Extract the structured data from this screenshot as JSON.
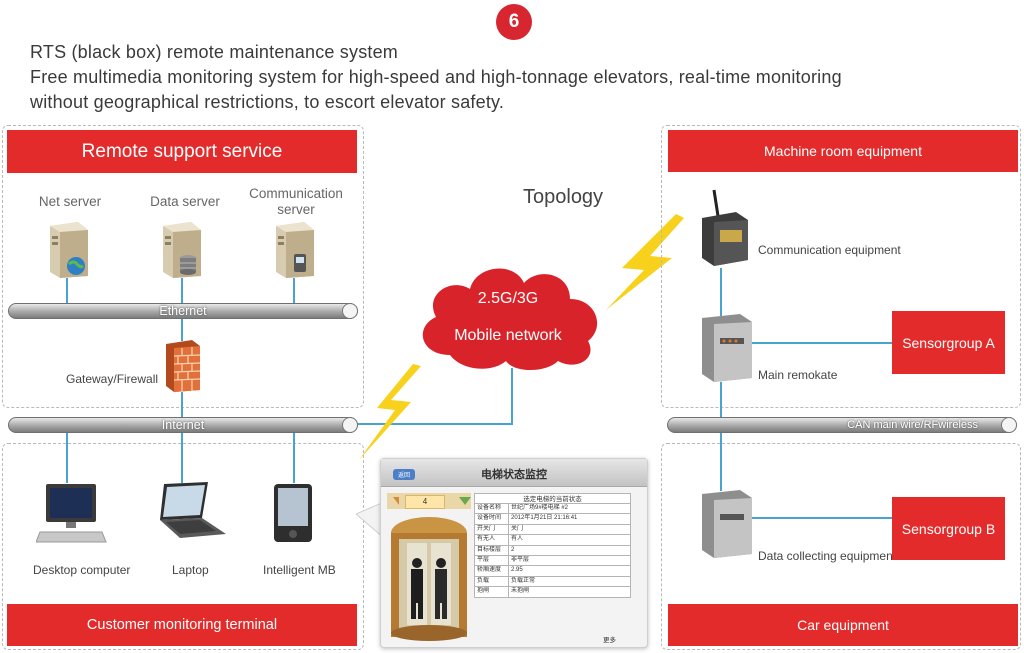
{
  "badge": "6",
  "header": {
    "line1": "RTS (black box) remote maintenance system",
    "line2": "Free multimedia monitoring system for high-speed and high-tonnage elevators, real-time monitoring",
    "line3": "without geographical restrictions, to escort elevator safety."
  },
  "left": {
    "remote_support": "Remote support service",
    "servers": [
      {
        "label": "Net server",
        "icon": "server-globe-icon"
      },
      {
        "label": "Data server",
        "icon": "server-database-icon"
      },
      {
        "label": "Communication server",
        "icon": "server-communication-icon"
      }
    ],
    "ethernet": "Ethernet",
    "gateway": "Gateway/Firewall",
    "internet": "Internet",
    "terminals": [
      {
        "label": "Desktop computer",
        "icon": "desktop-computer-icon"
      },
      {
        "label": "Laptop",
        "icon": "laptop-icon"
      },
      {
        "label": "Intelligent MB",
        "icon": "smartphone-icon"
      }
    ],
    "customer_terminal": "Customer monitoring terminal"
  },
  "center": {
    "topology": "Topology",
    "cloud_line1": "2.5G/3G",
    "cloud_line2": "Mobile network"
  },
  "panel": {
    "title": "电梯状态监控",
    "back": "返回",
    "floor": "4",
    "caption": "选定电梯的当前状态",
    "rows": [
      {
        "k": "设备名称",
        "v": "世纪广场9#楼电梯 #2"
      },
      {
        "k": "设备时间",
        "v": "2012年1月21日 21:16:41"
      },
      {
        "k": "开关门",
        "v": "关门"
      },
      {
        "k": "有无人",
        "v": "有人"
      },
      {
        "k": "目标楼层",
        "v": "2"
      },
      {
        "k": "平层",
        "v": "非平层"
      },
      {
        "k": "轿厢速度",
        "v": "2.95"
      },
      {
        "k": "负载",
        "v": "负载正常"
      },
      {
        "k": "抱闸",
        "v": "未抱闸"
      }
    ],
    "more": "更多"
  },
  "right": {
    "machine_room": "Machine room equipment",
    "comm_equipment": "Communication equipment",
    "main_remokate": "Main remokate",
    "sensor_a": "Sensorgroup A",
    "can_wire": "CAN main wire/RFwireless",
    "data_collect": "Data collecting equipment",
    "sensor_b": "Sensorgroup B",
    "car_equipment": "Car equipment"
  },
  "colors": {
    "accent_red": "#e32b2b",
    "link_blue": "#4aa3cf",
    "lightning": "#f7d11b"
  }
}
